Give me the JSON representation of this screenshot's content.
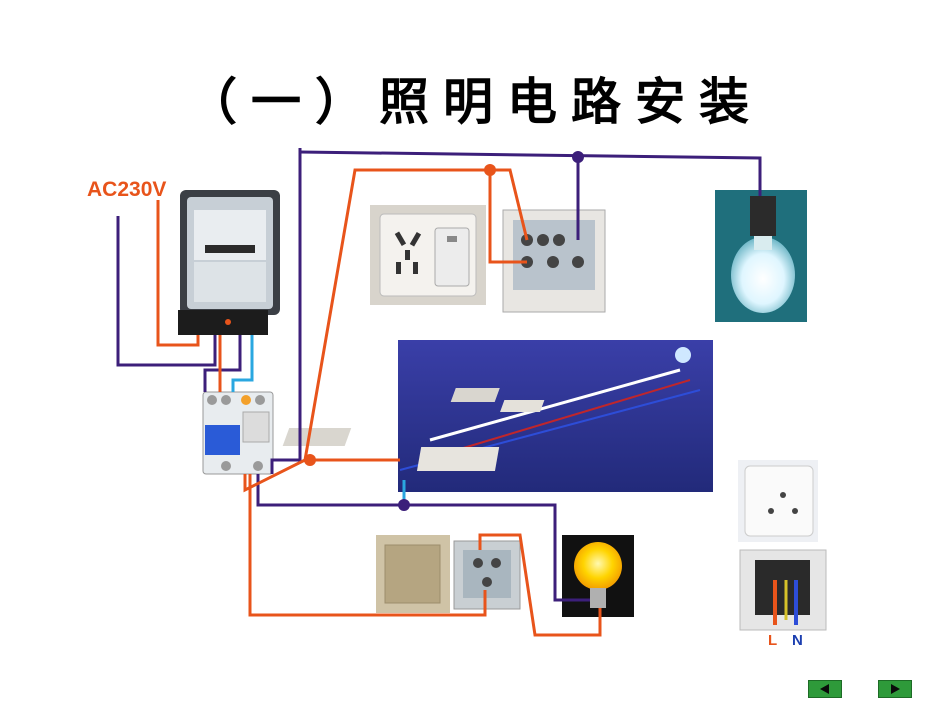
{
  "title": "（一）照明电路安装",
  "supply_label": "AC230V",
  "socket_labels": {
    "live": "L",
    "neutral": "N"
  },
  "colors": {
    "live_wire": "#e8541b",
    "neutral_wire": "#3c1f7a",
    "earth_wire": "#2aa7e0",
    "nav_button": "#2e9a3a"
  },
  "nav": {
    "prev_icon": "triangle-left-icon",
    "next_icon": "triangle-right-icon"
  }
}
